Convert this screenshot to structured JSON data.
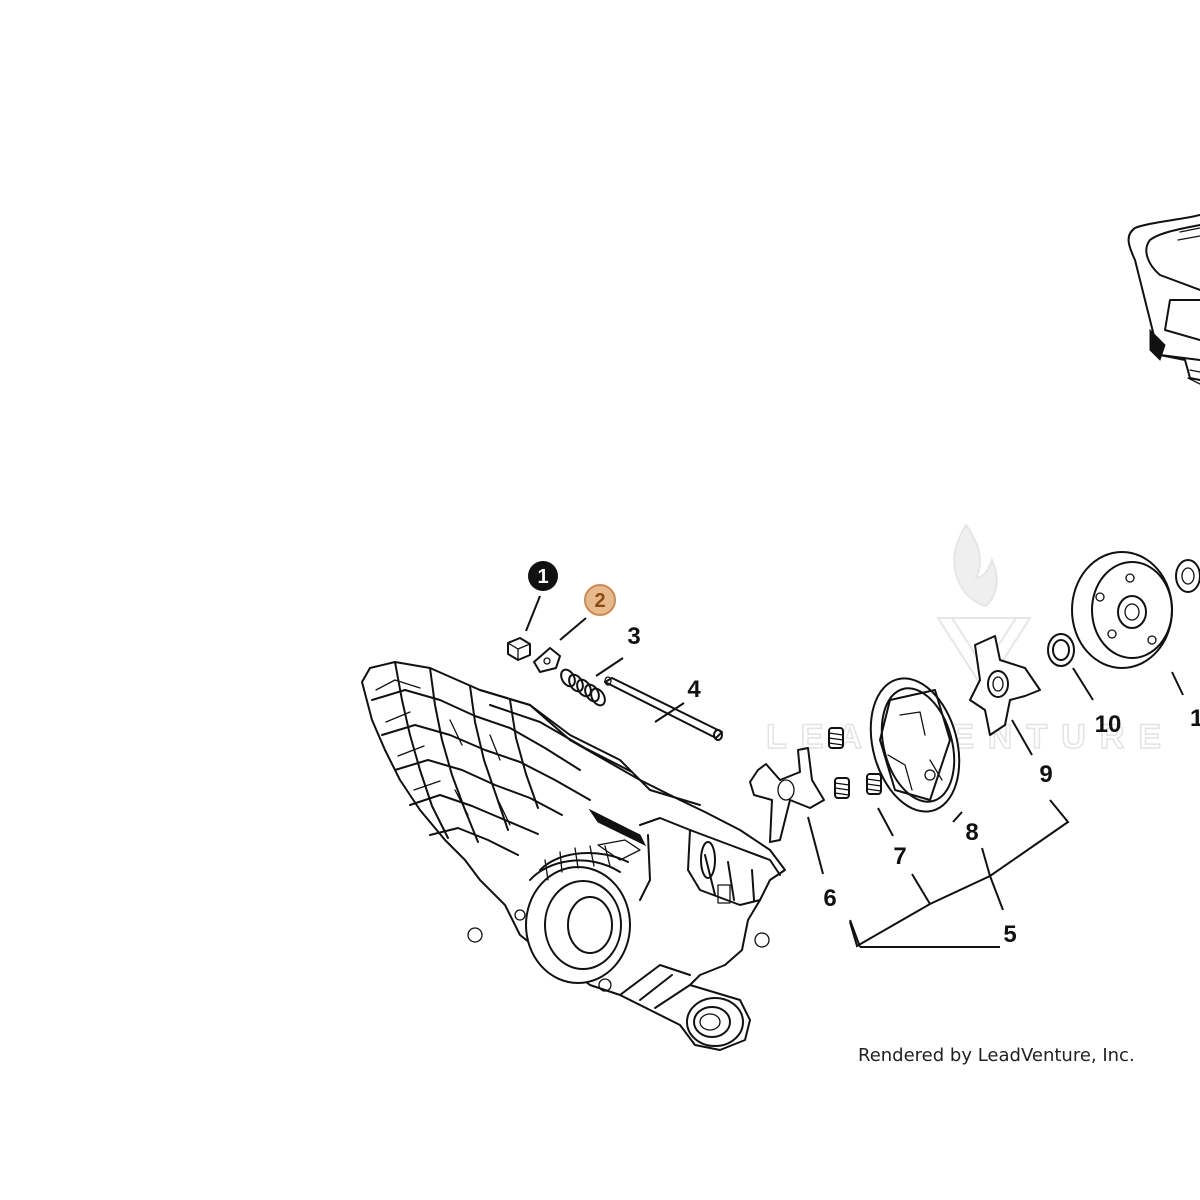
{
  "diagram": {
    "callouts": {
      "c1": "1",
      "c2": "2",
      "c3": "3",
      "c4": "4",
      "c5": "5",
      "c6": "6",
      "c7": "7",
      "c8": "8",
      "c9": "9",
      "c10": "10",
      "c11": "1"
    },
    "highlight_color": "#e8b98c",
    "highlight_text_color": "#8a4a12",
    "selected_badge_color": "#111111"
  },
  "watermark": {
    "text": "LEADVENTURE"
  },
  "footer": {
    "credit": "Rendered by LeadVenture, Inc."
  }
}
